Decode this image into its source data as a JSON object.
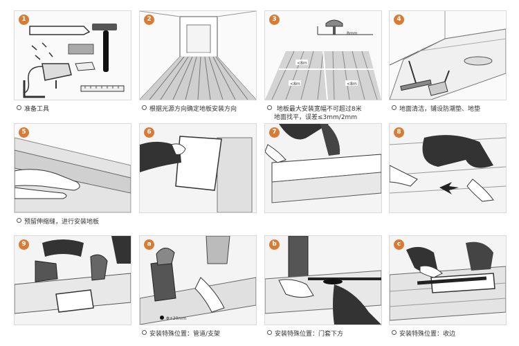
{
  "steps": [
    {
      "badge": "1",
      "caption": "准备工具"
    },
    {
      "badge": "2",
      "caption": "根据光源方向确定地板安装方向"
    },
    {
      "badge": "3",
      "caption": "地板最大安装宽幅不可超过8米",
      "caption_line2": "地面找平，误差≤3mm/2mm"
    },
    {
      "badge": "4",
      "caption": "地面清洁，铺设防潮垫、地垫"
    },
    {
      "badge": "5",
      "caption": ""
    },
    {
      "badge": "6",
      "caption": ""
    },
    {
      "badge": "7",
      "caption": ""
    },
    {
      "badge": "8",
      "caption": ""
    },
    {
      "badge": "9",
      "caption": ""
    },
    {
      "badge": "a",
      "caption": "安装特殊位置：管道/支架"
    },
    {
      "badge": "b",
      "caption": "安装特殊位置：门套下方"
    },
    {
      "badge": "c",
      "caption": "安装特殊位置：收边"
    }
  ],
  "row2_caption": "预留伸缩缝，进行安装地板",
  "annotations": {
    "gap_label": "8mm",
    "lm_labels": [
      "<8m",
      "<8m",
      "<8m"
    ],
    "pipe_label": "Φ+20mm"
  }
}
